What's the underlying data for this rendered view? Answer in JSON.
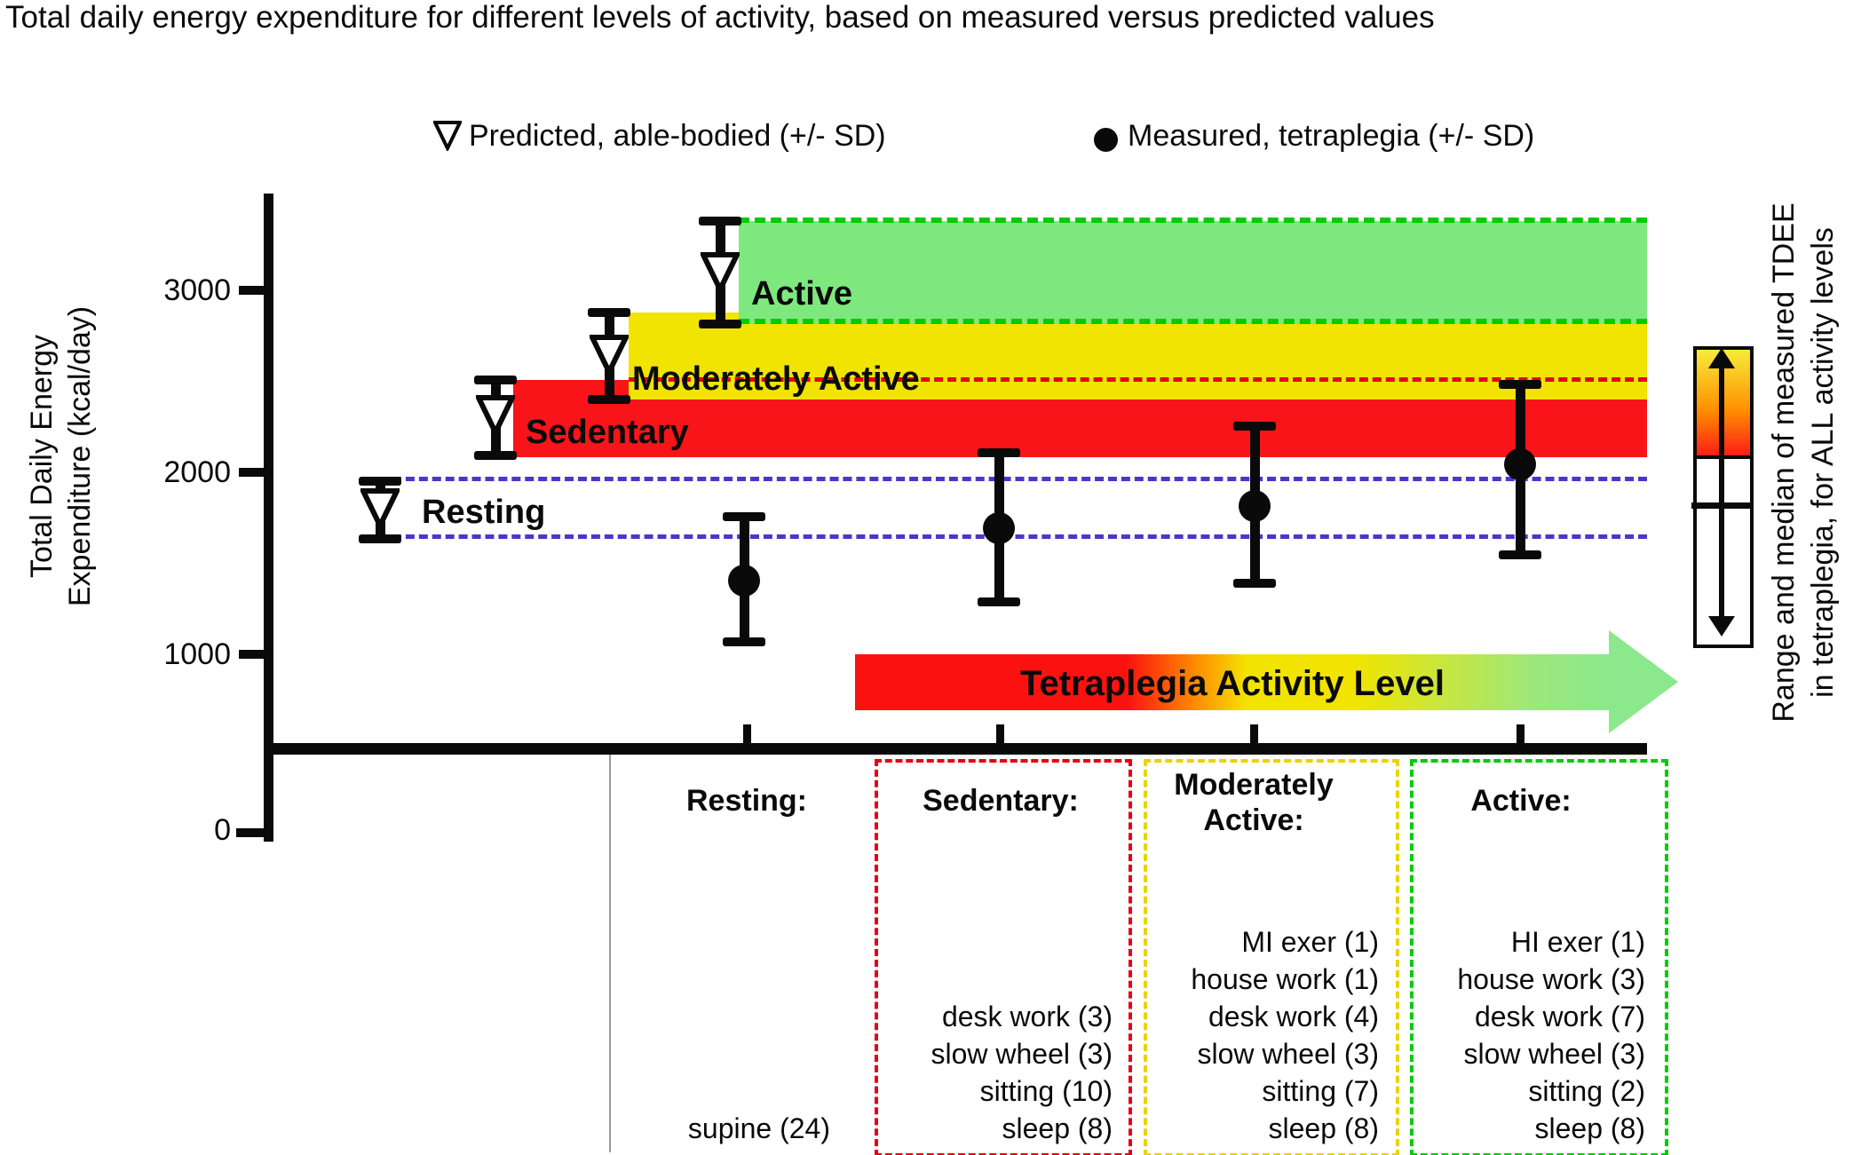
{
  "title": "Total daily energy expenditure for different levels of activity, based on measured versus predicted values",
  "legend": {
    "predicted_label": "Predicted, able-bodied (+/- SD)",
    "measured_label": "Measured, tetraplegia (+/- SD)",
    "predicted_marker": "open-triangle-down-icon",
    "measured_marker": "filled-circle-icon"
  },
  "y_axis": {
    "label_line1": "Total Daily Energy",
    "label_line2": "Expenditure (kcal/day)",
    "ticks": [
      "3000",
      "2000",
      "1000",
      "0"
    ]
  },
  "annotations": {
    "resting": "Resting",
    "sedentary": "Sedentary",
    "moderately_active": "Moderately Active",
    "active": "Active",
    "arrow_label": "Tetraplegia Activity Level"
  },
  "colorbar_caption": {
    "line1": "Range and median of measured TDEE",
    "line2": "in tetraplegia, for ALL activity levels"
  },
  "groups": [
    {
      "header": "Resting:",
      "items": [
        "supine (24)"
      ]
    },
    {
      "header": "Sedentary:",
      "items": [
        "desk work (3)",
        "slow wheel (3)",
        "sitting (10)",
        "sleep (8)"
      ]
    },
    {
      "header": "Moderately Active:",
      "items": [
        "MI exer (1)",
        "house work (1)",
        "desk work (4)",
        "slow wheel (3)",
        "sitting (7)",
        "sleep (8)"
      ]
    },
    {
      "header": "Active:",
      "items": [
        "HI exer (1)",
        "house work (3)",
        "desk work (7)",
        "slow wheel (3)",
        "sitting (2)",
        "sleep (8)"
      ]
    }
  ],
  "colors": {
    "sedentary_band": "#f81418",
    "moderately_active_band": "#f0e400",
    "active_band": "#7ee87e",
    "active_border": "#00cc00",
    "resting_dashed": "#4a36ce",
    "red_dashed": "#e60016",
    "marker_black": "#0a0a0a"
  },
  "chart_data": {
    "type": "scatter",
    "title": "Total daily energy expenditure for different levels of activity, based on measured versus predicted values",
    "ylabel": "Total Daily Energy Expenditure (kcal/day)",
    "ylim": [
      0,
      3500
    ],
    "yticks": [
      0,
      1000,
      2000,
      3000
    ],
    "grid": false,
    "categories": [
      "Resting",
      "Sedentary",
      "Moderately Active",
      "Active"
    ],
    "series": [
      {
        "name": "Predicted, able-bodied (+/- SD)",
        "marker": "open-triangle-down",
        "values": [
          1790,
          2300,
          2630,
          3080
        ],
        "sd_low": [
          1630,
          2100,
          2400,
          2780
        ],
        "sd_high": [
          1950,
          2500,
          2860,
          3380
        ]
      },
      {
        "name": "Measured, tetraplegia (+/- SD)",
        "marker": "filled-circle",
        "values": [
          1410,
          1700,
          1820,
          2040
        ],
        "sd_low": [
          1070,
          1290,
          1390,
          1550
        ],
        "sd_high": [
          1760,
          2110,
          2250,
          2490
        ]
      }
    ],
    "bands": [
      {
        "label": "Resting",
        "range": [
          1630,
          1950
        ],
        "style": "blue dashed boundary lines"
      },
      {
        "label": "Sedentary",
        "range": [
          2100,
          2500
        ],
        "color": "#f81418"
      },
      {
        "label": "Moderately Active",
        "range": [
          2400,
          2860
        ],
        "color": "#f0e400"
      },
      {
        "label": "Active",
        "range": [
          2800,
          3380
        ],
        "color": "#7ee87e"
      }
    ],
    "colorbar": {
      "range": [
        1070,
        2700
      ],
      "median": 1810,
      "caption": "Range and median of measured TDEE in tetraplegia, for ALL activity levels"
    },
    "activity_lists": {
      "Resting": [
        "supine (24)"
      ],
      "Sedentary": [
        "desk work (3)",
        "slow wheel (3)",
        "sitting (10)",
        "sleep (8)"
      ],
      "Moderately Active": [
        "MI exer (1)",
        "house work (1)",
        "desk work (4)",
        "slow wheel (3)",
        "sitting (7)",
        "sleep (8)"
      ],
      "Active": [
        "HI exer (1)",
        "house work (3)",
        "desk work (7)",
        "slow wheel (3)",
        "sitting (2)",
        "sleep (8)"
      ]
    }
  }
}
